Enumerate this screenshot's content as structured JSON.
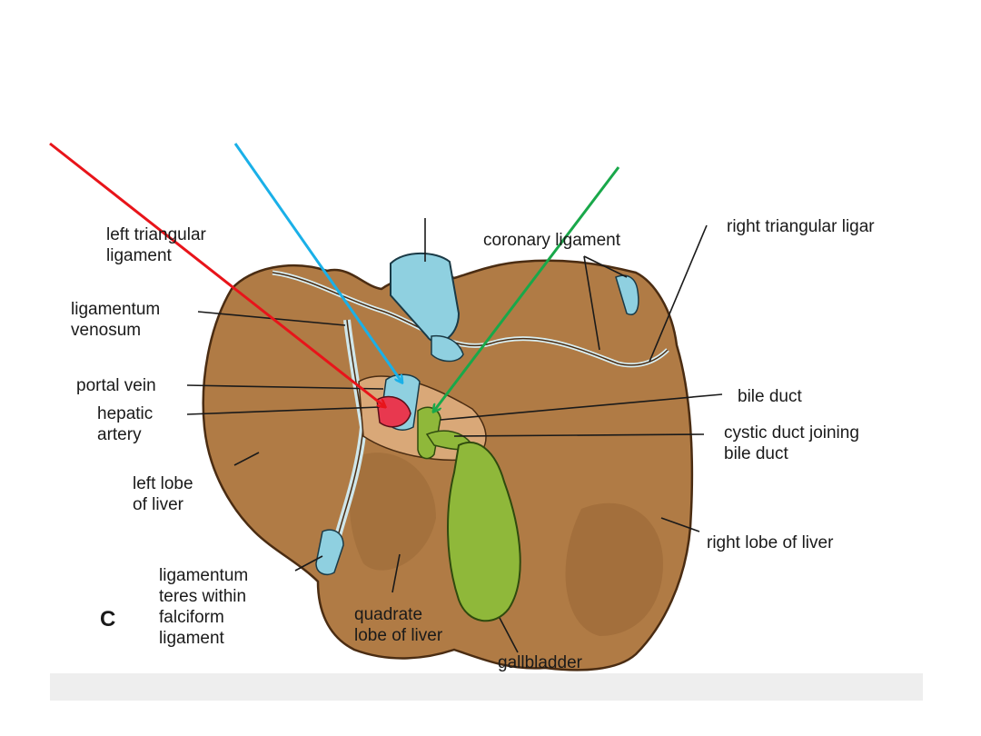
{
  "labels": {
    "left_triangular_ligament": "left triangular\nligament",
    "coronary_ligament": "coronary ligament",
    "right_triangular_ligament": "right triangular ligar",
    "ligamentum_venosum": "ligamentum\nvenosum",
    "portal_vein": "portal vein",
    "hepatic_artery": "hepatic\nartery",
    "bile_duct": "bile duct",
    "cystic_duct": "cystic duct joining\nbile duct",
    "left_lobe": "left lobe\nof liver",
    "right_lobe": "right lobe of liver",
    "ligamentum_teres": "ligamentum\nteres within\nfalciform\nligament",
    "quadrate_lobe": "quadrate\nlobe of liver",
    "gallbladder": "gallbladder",
    "panel_letter": "C"
  },
  "colors": {
    "liver": "#b07b45",
    "liver_dark": "#8a5a2e",
    "vessel_blue": "#8fd0e0",
    "artery_red": "#e8384f",
    "gallbladder_green": "#8fb83a",
    "arrow_red": "#e8141a",
    "arrow_blue": "#1ab0e8",
    "arrow_green": "#19a84a"
  }
}
